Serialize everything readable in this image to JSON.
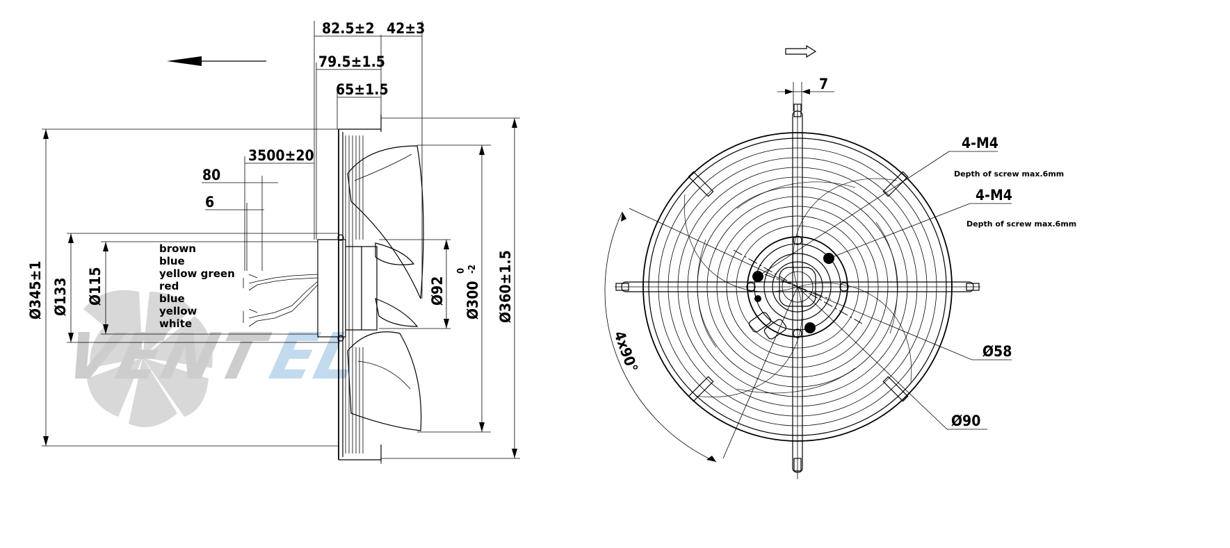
{
  "side_view": {
    "dimensions": {
      "overall_depth": "82.5±2",
      "blade_protrusion": "42±3",
      "motor_depth": "79.5±1.5",
      "housing_depth": "65±1.5",
      "cable_length": "3500±20",
      "strip_length": "80",
      "wire_strip": "6",
      "dia_345": "Ø345±1",
      "dia_133": "Ø133",
      "dia_115": "Ø115",
      "dia_92": "Ø92",
      "dia_300": "Ø300",
      "dia_300_tol_upper": "0",
      "dia_300_tol_lower": "-2",
      "dia_360": "Ø360±1.5"
    },
    "wires": [
      "brown",
      "blue",
      "yellow green",
      "red",
      "blue",
      "yellow",
      "white"
    ],
    "airflow_arrow": "airflow-direction-arrow"
  },
  "front_view": {
    "dimensions": {
      "slot_width": "7",
      "thread_1": "4-M4",
      "thread_1_note": "Depth of screw max.6mm",
      "thread_2": "4-M4",
      "thread_2_note": "Depth of screw max.6mm",
      "angle": "4x90°",
      "dia_58": "Ø58",
      "dia_90": "Ø90"
    },
    "rotation_arrow": "rotation-direction-arrow"
  },
  "watermark": {
    "text": "VENTEL",
    "colors": {
      "gray": "#c8c8c8",
      "blue": "#bcd6ec"
    }
  }
}
